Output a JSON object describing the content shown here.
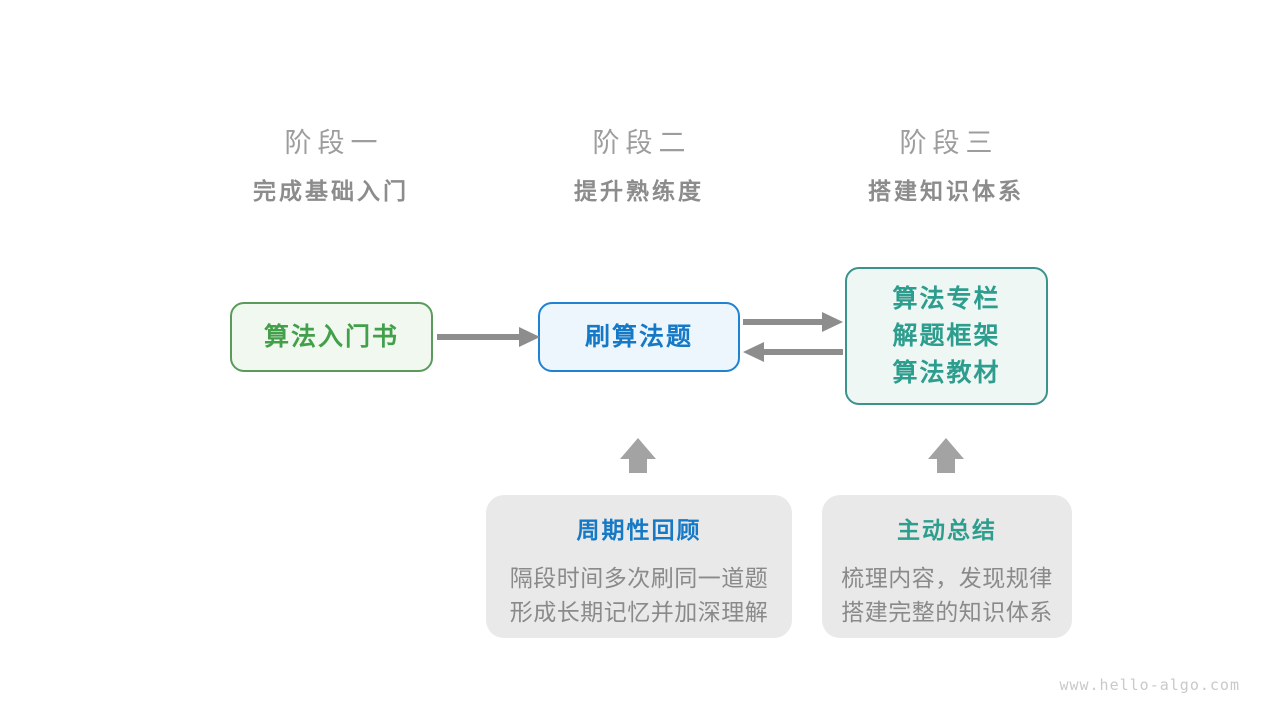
{
  "stages": [
    {
      "title": "阶段一",
      "subtitle": "完成基础入门"
    },
    {
      "title": "阶段二",
      "subtitle": "提升熟练度"
    },
    {
      "title": "阶段三",
      "subtitle": "搭建知识体系"
    }
  ],
  "nodes": {
    "intro_book": {
      "label": "算法入门书"
    },
    "practice": {
      "label": "刷算法题"
    },
    "resources": {
      "lines": [
        "算法专栏",
        "解题框架",
        "算法教材"
      ]
    }
  },
  "panels": [
    {
      "title": "周期性回顾",
      "lines": [
        "隔段时间多次刷同一道题",
        "形成长期记忆并加深理解"
      ]
    },
    {
      "title": "主动总结",
      "lines": [
        "梳理内容，发现规律",
        "搭建完整的知识体系"
      ]
    }
  ],
  "watermark": "www.hello-algo.com",
  "colors": {
    "green_border": "#5a9b5c",
    "green_text": "#43a04a",
    "blue_border": "#1f82d2",
    "blue_text": "#1679c6",
    "teal_border": "#3a948b",
    "teal_text": "#2d9d8e",
    "arrow": "#8d8d8d",
    "up_arrow": "#a3a3a3",
    "panel_bg": "#e9e9e9",
    "body_text": "#8a8a8a"
  }
}
